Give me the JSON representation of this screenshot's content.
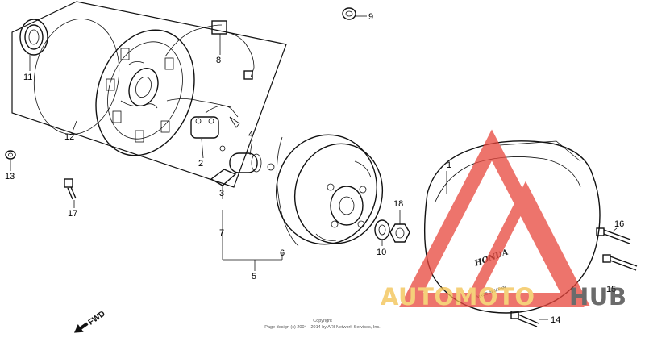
{
  "parts": [
    {
      "id": "part-1",
      "label": "1"
    },
    {
      "id": "part-2",
      "label": "2"
    },
    {
      "id": "part-3",
      "label": "3"
    },
    {
      "id": "part-4",
      "label": "4"
    },
    {
      "id": "part-5",
      "label": "5"
    },
    {
      "id": "part-6",
      "label": "6"
    },
    {
      "id": "part-7",
      "label": "7"
    },
    {
      "id": "part-8",
      "label": "8"
    },
    {
      "id": "part-9",
      "label": "9"
    },
    {
      "id": "part-10",
      "label": "10"
    },
    {
      "id": "part-11",
      "label": "11"
    },
    {
      "id": "part-12",
      "label": "12"
    },
    {
      "id": "part-13",
      "label": "13"
    },
    {
      "id": "part-14",
      "label": "14"
    },
    {
      "id": "part-15",
      "label": "15"
    },
    {
      "id": "part-16",
      "label": "16"
    },
    {
      "id": "part-17",
      "label": "17"
    },
    {
      "id": "part-18",
      "label": "18"
    }
  ],
  "fwd_label": "FWD",
  "copyright": {
    "line1": "Copyright",
    "line2": "Page design (c) 2004 - 2014 by ARI Network Services, Inc."
  },
  "cover_brand": "HONDA",
  "cover_small_text": "MADE IN JAPAN",
  "watermark": {
    "part_a": "AUTOMOTO",
    "part_b": "HUB",
    "color_a": "#f2c14e",
    "color_b": "#3a3a3a",
    "triangle_color": "#e8463c"
  }
}
